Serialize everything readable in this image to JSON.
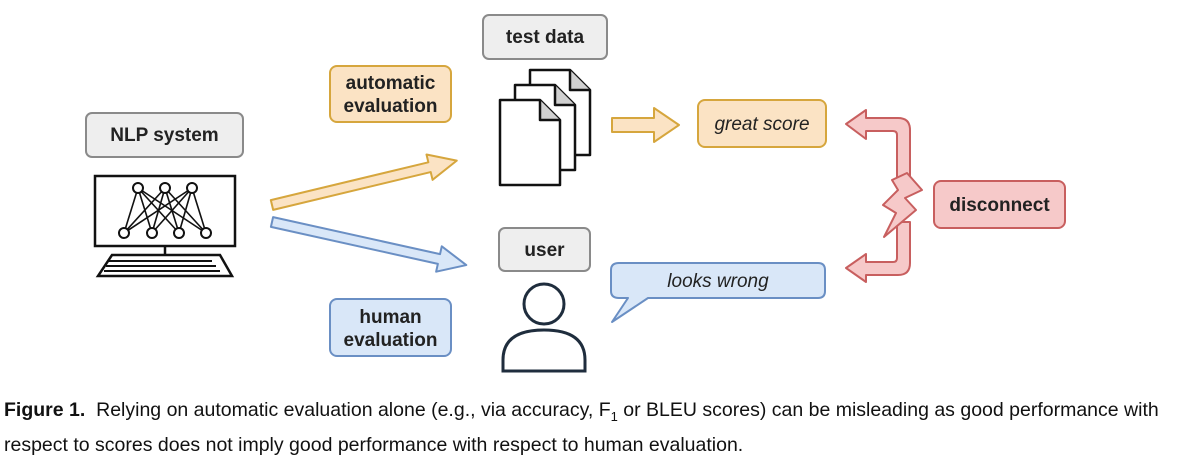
{
  "colors": {
    "gray_fill": "#eeeeee",
    "gray_stroke": "#8a8a8a",
    "orange_fill": "#fbe3c4",
    "orange_stroke": "#d6a63d",
    "blue_fill": "#d9e7f8",
    "blue_stroke": "#6a8fc4",
    "red_fill": "#f6c9c9",
    "red_stroke": "#c85f5f",
    "dark": "#1f2d3d"
  },
  "labels": {
    "nlp_system": "NLP system",
    "test_data": "test data",
    "automatic_line1": "automatic",
    "automatic_line2": "evaluation",
    "human_line1": "human",
    "human_line2": "evaluation",
    "user": "user",
    "great_score": "great score",
    "looks_wrong": "looks wrong",
    "disconnect": "disconnect"
  },
  "caption": {
    "figure_label": "Figure 1.",
    "text_part1": "Relying on automatic evaluation alone (e.g., via accuracy, F",
    "subscript": "1",
    "text_part2": " or BLEU scores) can be misleading as good performance with respect to scores does not imply good performance with respect to human evaluation."
  },
  "icons": [
    "computer-neural-network-icon",
    "documents-icon",
    "user-icon",
    "lightning-icon"
  ]
}
